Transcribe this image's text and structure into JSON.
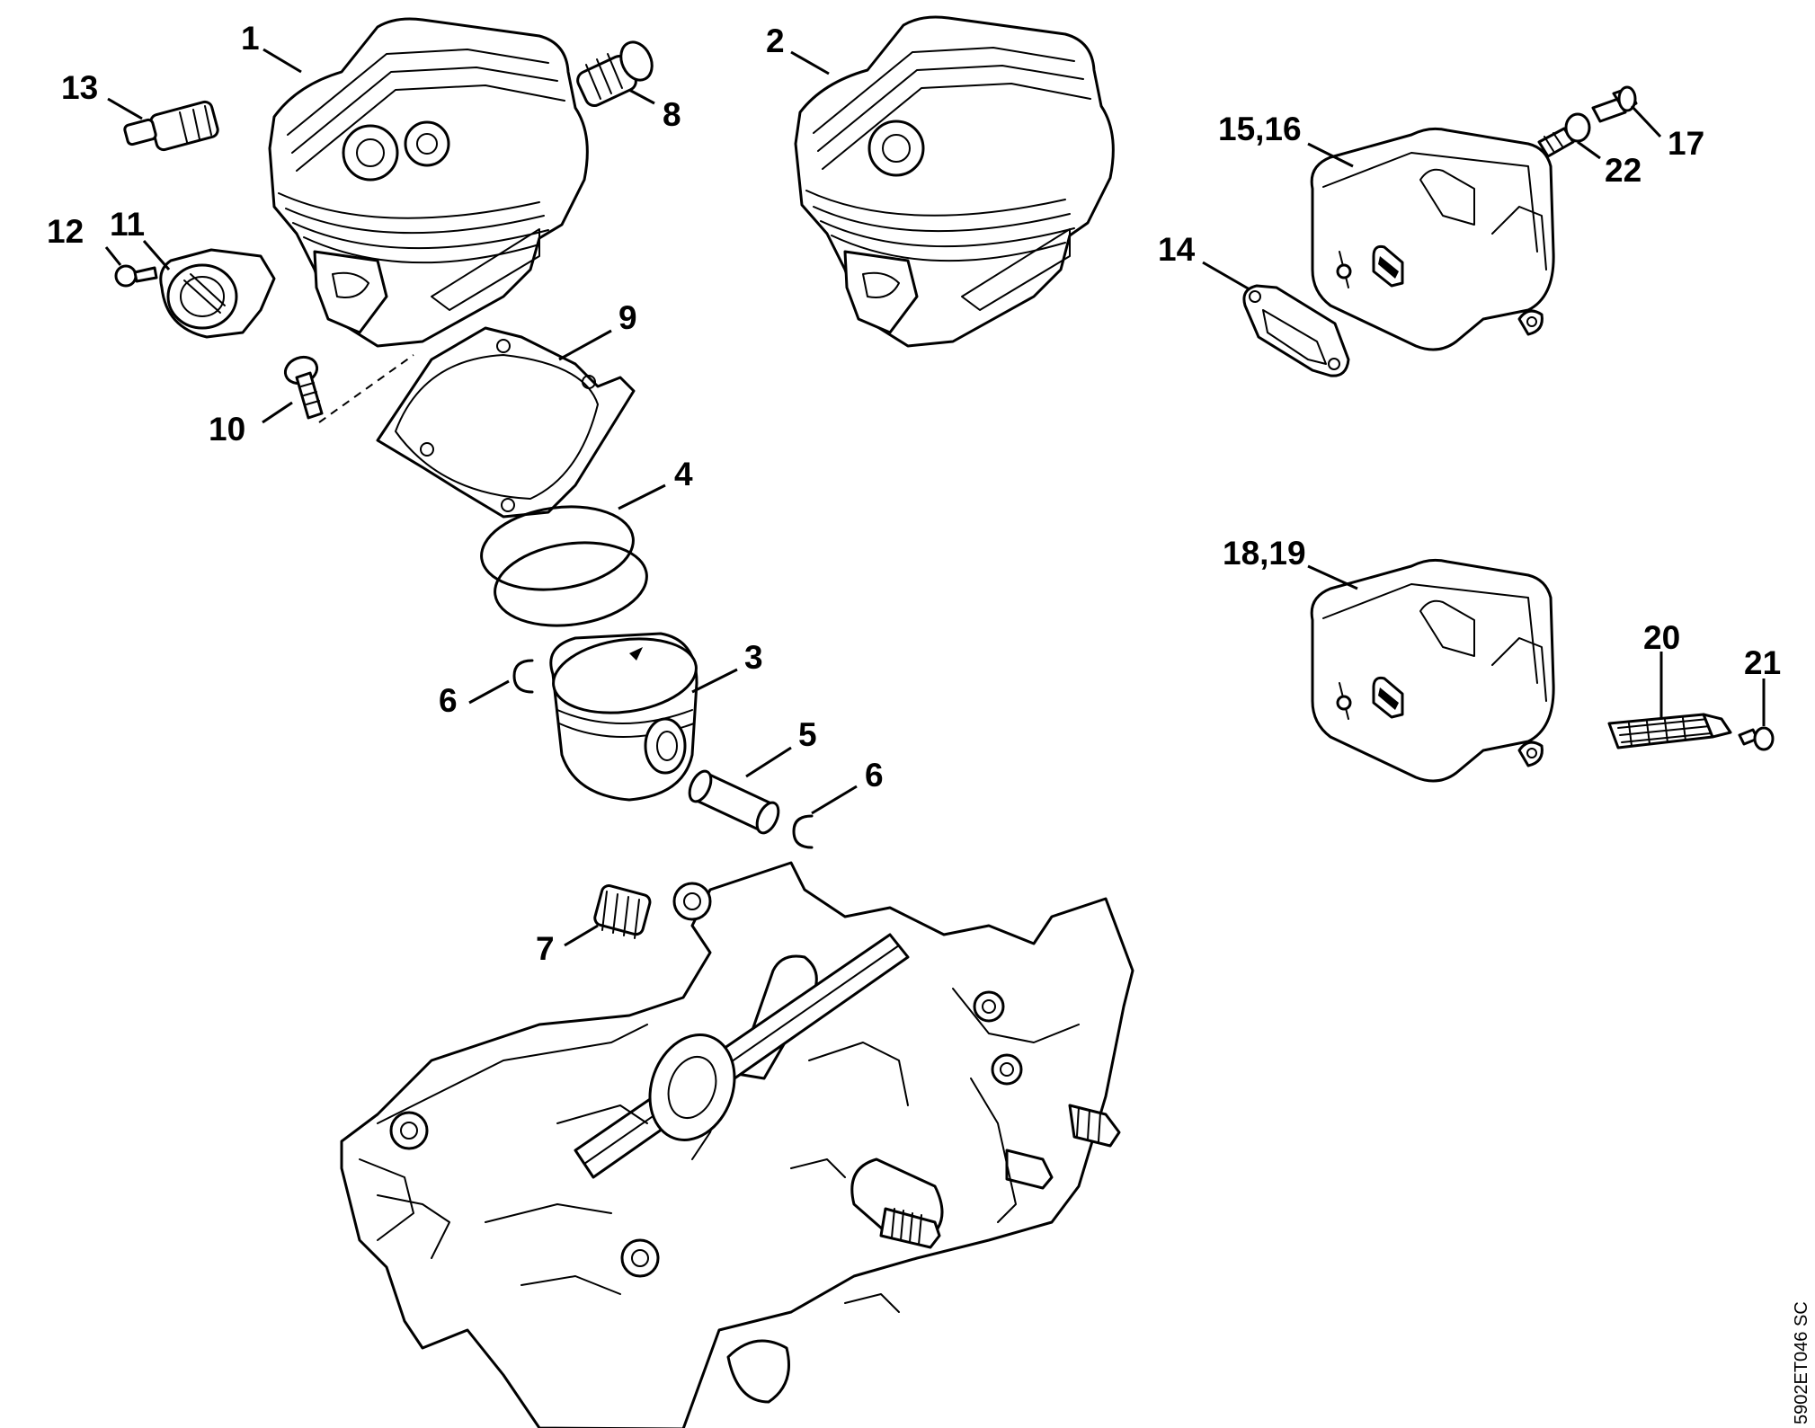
{
  "diagram": {
    "reference_code": "5902ET046 SC",
    "callouts": [
      {
        "id": "c1",
        "label": "1"
      },
      {
        "id": "c2",
        "label": "2"
      },
      {
        "id": "c3",
        "label": "3"
      },
      {
        "id": "c4",
        "label": "4"
      },
      {
        "id": "c5",
        "label": "5"
      },
      {
        "id": "c6a",
        "label": "6"
      },
      {
        "id": "c6b",
        "label": "6"
      },
      {
        "id": "c7",
        "label": "7"
      },
      {
        "id": "c8",
        "label": "8"
      },
      {
        "id": "c9",
        "label": "9"
      },
      {
        "id": "c10",
        "label": "10"
      },
      {
        "id": "c11",
        "label": "11"
      },
      {
        "id": "c12",
        "label": "12"
      },
      {
        "id": "c13",
        "label": "13"
      },
      {
        "id": "c14",
        "label": "14"
      },
      {
        "id": "c1516",
        "label": "15,16"
      },
      {
        "id": "c17",
        "label": "17"
      },
      {
        "id": "c1819",
        "label": "18,19"
      },
      {
        "id": "c20",
        "label": "20"
      },
      {
        "id": "c21",
        "label": "21"
      },
      {
        "id": "c22",
        "label": "22"
      }
    ]
  }
}
